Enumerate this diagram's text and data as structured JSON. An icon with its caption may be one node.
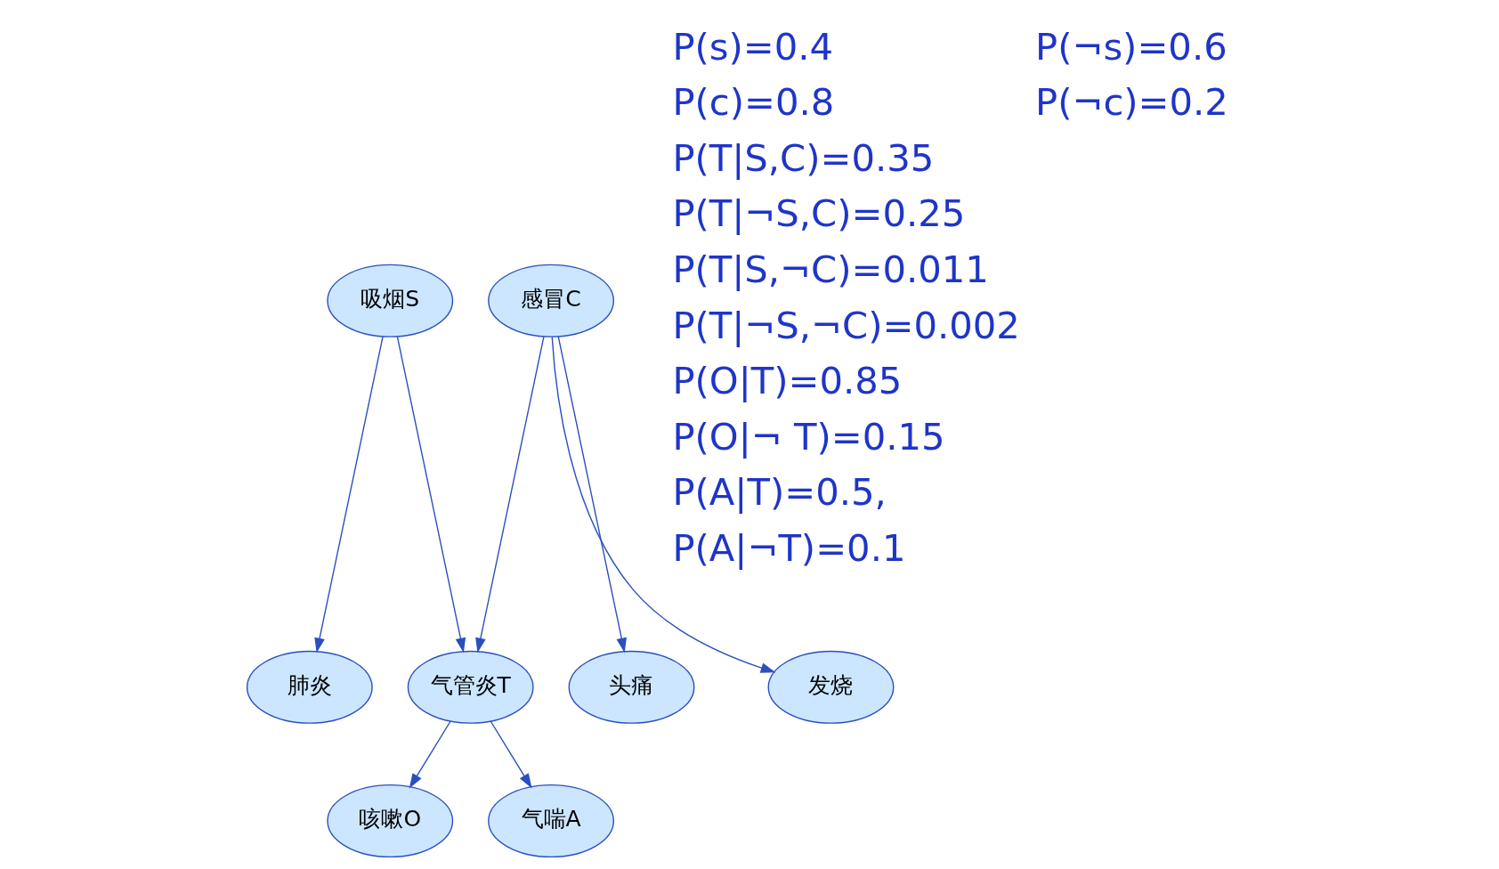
{
  "diagram": {
    "nodes": [
      {
        "text": [
          "吸烟S"
        ]
      },
      {
        "text": [
          "感冒C"
        ]
      },
      {
        "text": [
          "肺炎"
        ]
      },
      {
        "text": [
          "气管炎T"
        ]
      },
      {
        "text": [
          "头痛"
        ]
      },
      {
        "text": [
          "发烧"
        ]
      },
      {
        "text": [
          "咳嗽O"
        ]
      },
      {
        "text": [
          "气喘A"
        ]
      }
    ],
    "edges": [
      {
        "from": 0,
        "to": 2,
        "arrow": "to"
      },
      {
        "from": 0,
        "to": 3,
        "arrow": "to"
      },
      {
        "from": 1,
        "to": 3,
        "arrow": "to"
      },
      {
        "from": 1,
        "to": 4,
        "arrow": "to"
      },
      {
        "from": 1,
        "to": 5,
        "arrow": "to"
      },
      {
        "from": 3,
        "to": 6,
        "arrow": "to"
      },
      {
        "from": 3,
        "to": 7,
        "arrow": "to"
      }
    ],
    "labels": [
      "P(s)=0.4",
      "P(¬s)=0.6",
      "P(c)=0.8",
      "P(¬c)=0.2",
      "P(T|S,C)=0.35",
      "P(T|¬S,C)=0.25",
      "P(T|S,¬C)=0.011",
      "P(T|¬S,¬C)=0.002",
      "P(O|T)=0.85",
      "P(O|¬ T)=0.15",
      "P(A|T)=0.5,",
      "P(A|¬T)=0.1"
    ]
  }
}
